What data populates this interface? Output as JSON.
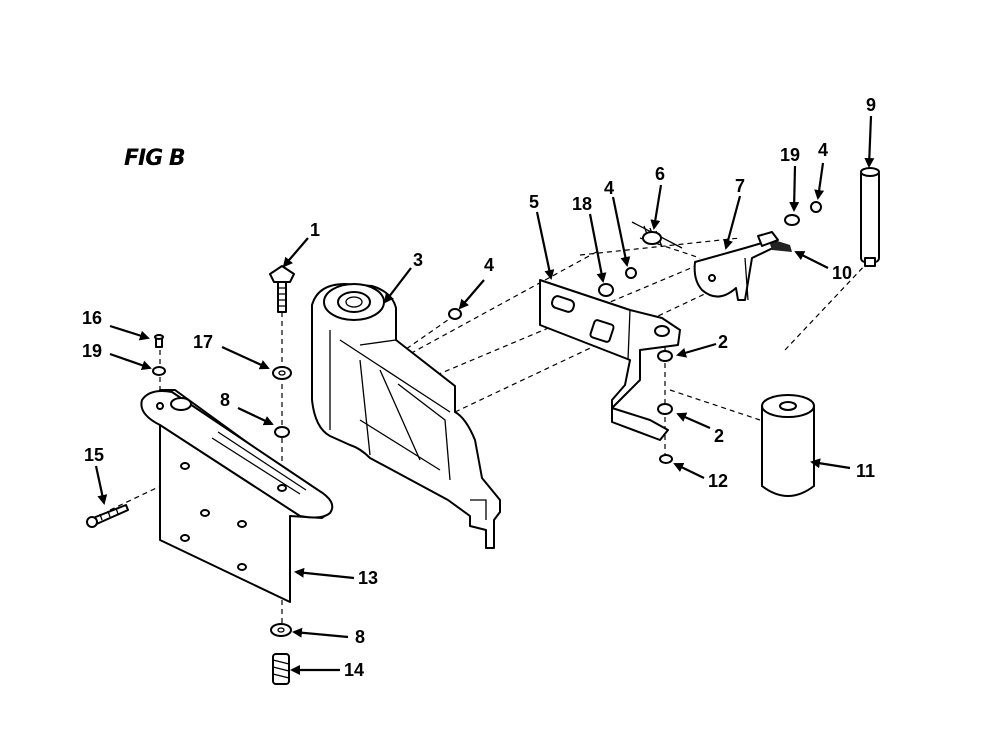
{
  "figure": {
    "title": "FIG B"
  },
  "callouts": {
    "c1": "1",
    "c2a": "2",
    "c2b": "2",
    "c3": "3",
    "c4a": "4",
    "c4b": "4",
    "c4c": "4",
    "c5": "5",
    "c6": "6",
    "c7": "7",
    "c8a": "8",
    "c8b": "8",
    "c9": "9",
    "c10": "10",
    "c11": "11",
    "c12": "12",
    "c13": "13",
    "c14": "14",
    "c15": "15",
    "c16": "16",
    "c17": "17",
    "c18": "18",
    "c19a": "19",
    "c19b": "19"
  },
  "colors": {
    "line": "#000000",
    "background": "#ffffff"
  }
}
